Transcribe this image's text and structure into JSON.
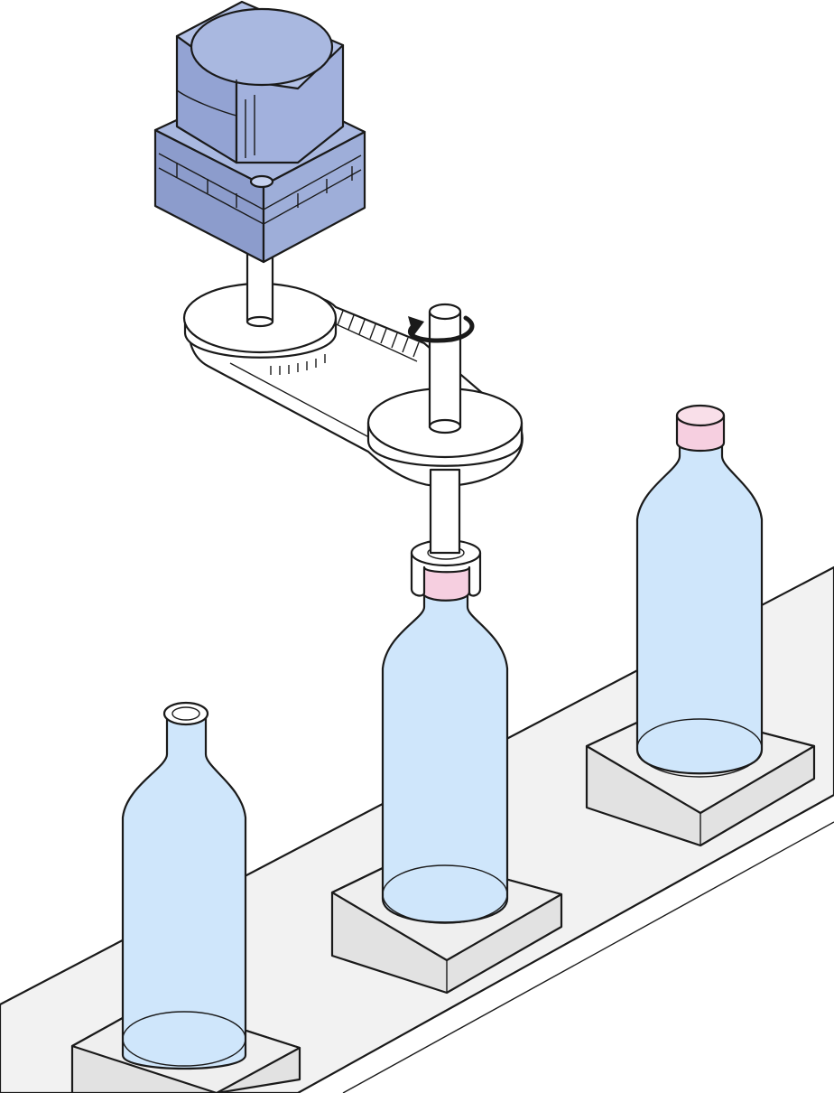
{
  "colors": {
    "background": "#ffffff",
    "conveyor": "#f2f2f2",
    "pedestal_top": "#efefef",
    "pedestal_side": "#e2e2e2",
    "bottle_fill": "#cfe6fb",
    "bottle_shade": "#b5d5f3",
    "cap": "#f6cfe0",
    "motor_fill": "#a9b8e0",
    "motor_dark": "#8c9ccc",
    "pulley": "#ffffff",
    "outline": "#1a1a1a"
  },
  "icons": {
    "motor": "servo-motor-icon",
    "rotation": "rotation-arrow-icon",
    "belt": "timing-belt-icon"
  },
  "bottles": [
    {
      "state": "open",
      "cap": "none"
    },
    {
      "state": "capping",
      "cap": "chuck-engaged"
    },
    {
      "state": "capped",
      "cap": "pink-cap"
    }
  ]
}
